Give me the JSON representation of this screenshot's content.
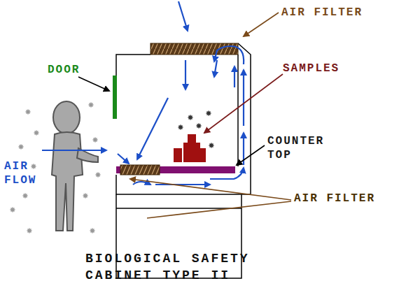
{
  "diagram": {
    "caption": "BIOLOGICAL SAFETY CABINET TYPE II",
    "labels": [
      "AIR FILTER",
      "DOOR",
      "SAMPLES",
      "AIR FLOW",
      "COUNTER TOP",
      "AIR FILTER"
    ]
  }
}
